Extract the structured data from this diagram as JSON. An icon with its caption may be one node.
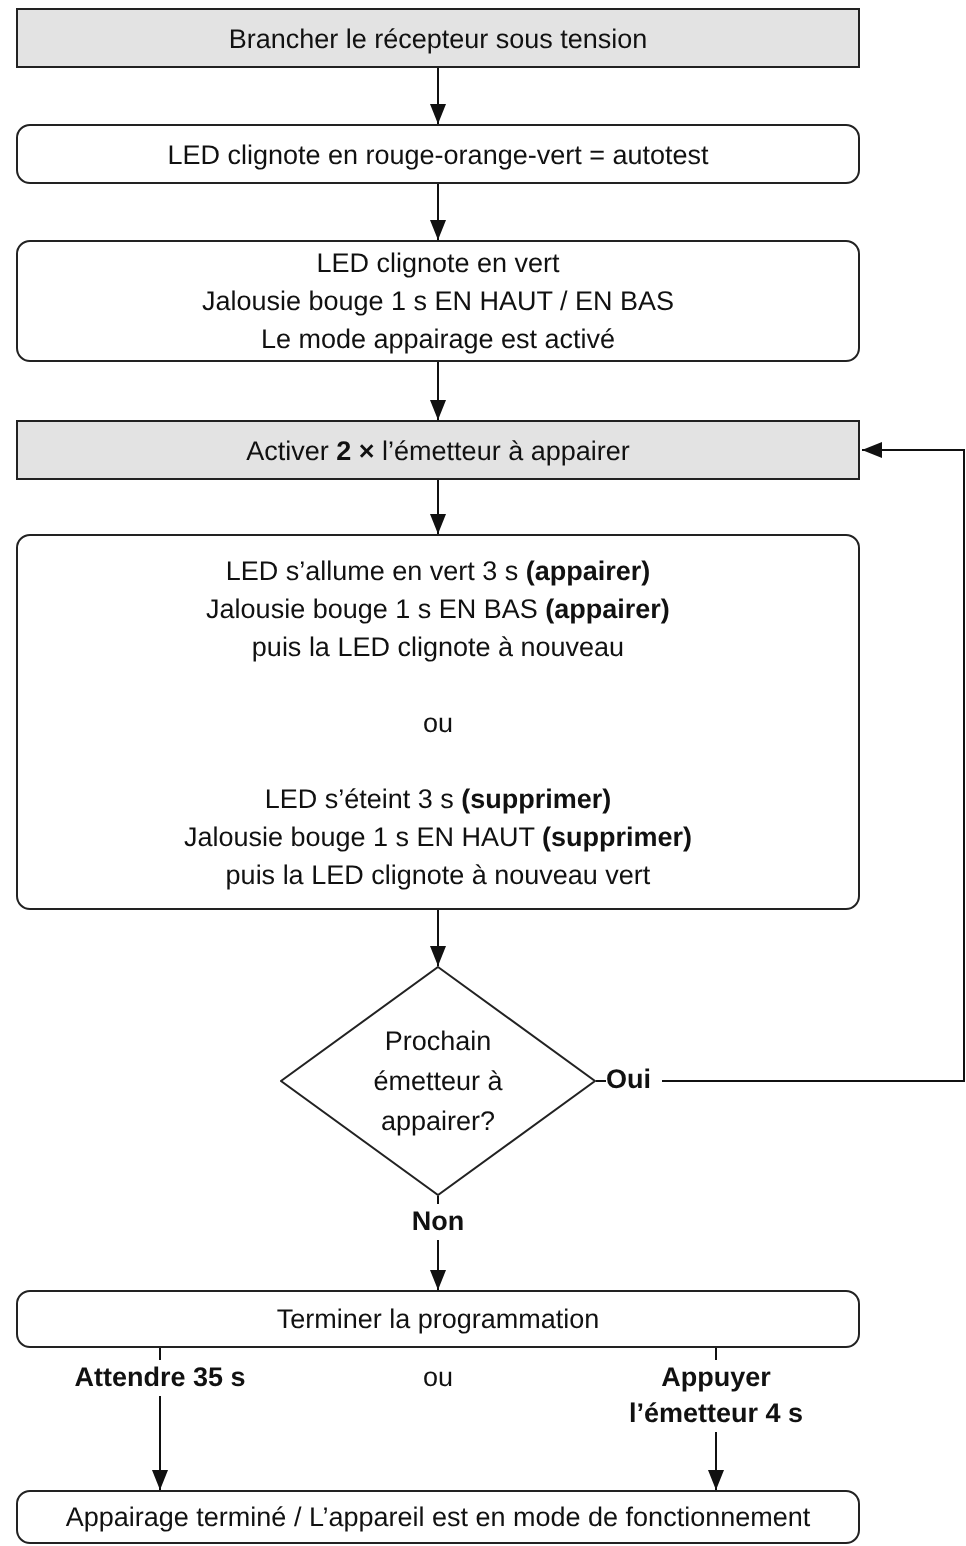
{
  "diagram": {
    "nodes": [
      {
        "text": [
          "Brancher le récepteur sous tension"
        ]
      },
      {
        "text": [
          "LED clignote en rouge-orange-vert = autotest"
        ]
      },
      {
        "text": [
          "LED clignote en vert",
          "Jalousie bouge 1 s EN HAUT / EN BAS",
          "Le mode appairage est activé"
        ]
      },
      {
        "text": [
          "Activer **2 ×** l’émetteur à appairer"
        ]
      },
      {
        "text": [
          "LED s’allume en vert 3 s **(appairer)**",
          "Jalousie bouge 1 s EN BAS **(appairer)**",
          "puis la LED clignote à nouveau",
          "ou",
          "LED s’éteint 3 s **(supprimer)**",
          "Jalousie bouge 1 s EN HAUT **(supprimer)**",
          "puis la LED clignote à nouveau vert"
        ]
      },
      {
        "text": [
          "Prochain émetteur à appairer?"
        ]
      },
      {
        "text": [
          "Terminer la programmation"
        ]
      },
      {
        "text": [
          "Appairage terminé / L’appareil est en mode de fonctionnement"
        ]
      }
    ],
    "edges": [
      {
        "from": 0,
        "to": 1,
        "arrow": "to"
      },
      {
        "from": 1,
        "to": 2,
        "arrow": "to"
      },
      {
        "from": 2,
        "to": 3,
        "arrow": "to"
      },
      {
        "from": 3,
        "to": 4,
        "arrow": "to"
      },
      {
        "from": 4,
        "to": 5,
        "arrow": "to"
      },
      {
        "from": 5,
        "to": 6,
        "label": "Non",
        "arrow": "to"
      },
      {
        "from": 5,
        "to": 3,
        "label": "Oui",
        "arrow": "to"
      },
      {
        "from": 6,
        "to": 7,
        "label": "Attendre 35 s",
        "arrow": "to"
      },
      {
        "from": 6,
        "to": 7,
        "label": "Appuyer l’émetteur 4 s",
        "arrow": "to"
      }
    ],
    "labels": [
      "ou"
    ]
  }
}
